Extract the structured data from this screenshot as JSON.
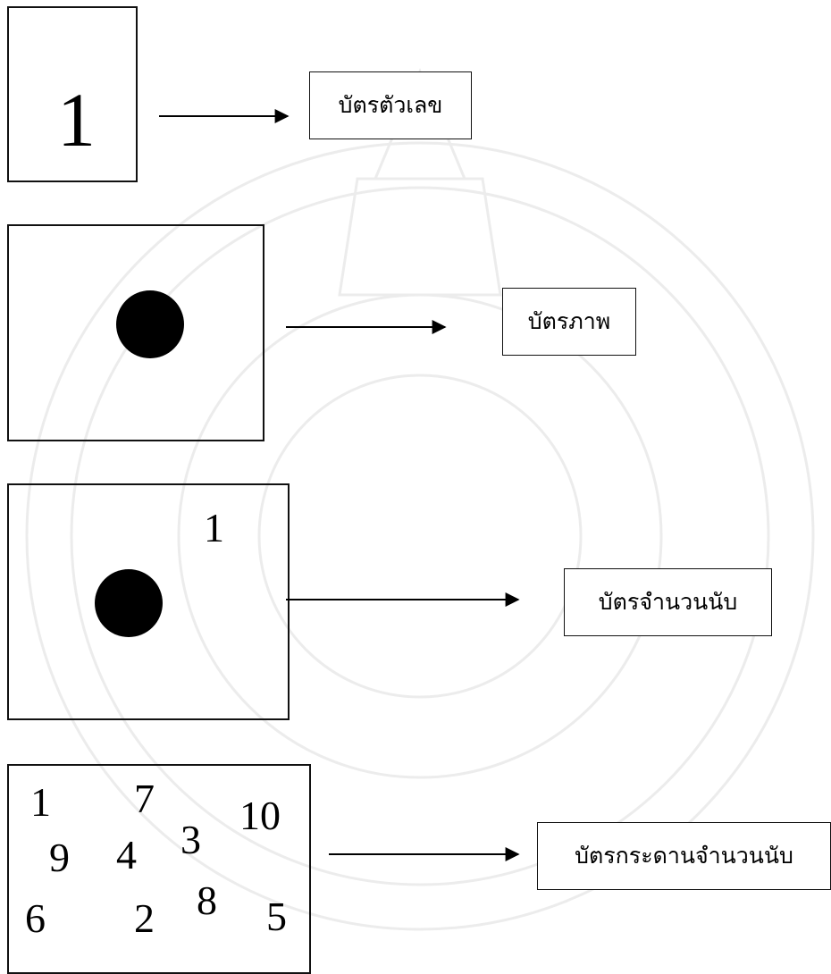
{
  "cards": {
    "number_card": {
      "digit": "1",
      "label": "บัตรตัวเลข"
    },
    "picture_card": {
      "label": "บัตรภาพ"
    },
    "counting_card": {
      "digit": "1",
      "label": "บัตรจำนวนนับ"
    },
    "board_card": {
      "digits": [
        "1",
        "7",
        "10",
        "3",
        "9",
        "4",
        "8",
        "6",
        "2",
        "5"
      ],
      "label": "บัตรกระดานจำนวนนับ"
    }
  }
}
